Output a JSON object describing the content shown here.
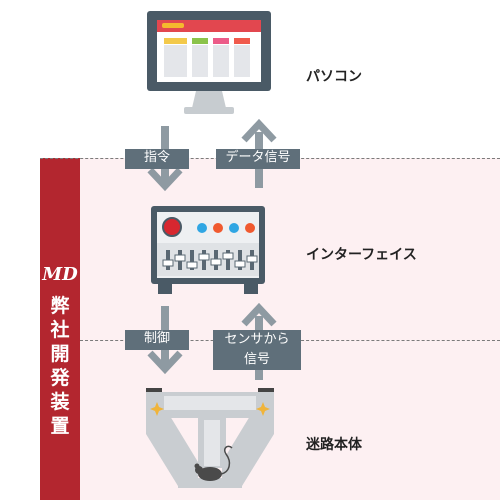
{
  "nodes": {
    "pc": "パソコン",
    "interface": "インターフェイス",
    "maze": "迷路本体"
  },
  "arrows": {
    "command": "指令",
    "data_signal": "データ信号",
    "control": "制御",
    "sensor_signal_line1": "センサから",
    "sensor_signal_line2": "信号"
  },
  "side_banner": {
    "logo": "MD",
    "chars": [
      "弊",
      "社",
      "開",
      "発",
      "装",
      "置"
    ]
  },
  "colors": {
    "banner": "#b3262f",
    "zone": "#fdf0f2",
    "tag": "#5f6f7a",
    "arrow": "#8e9aa2"
  }
}
